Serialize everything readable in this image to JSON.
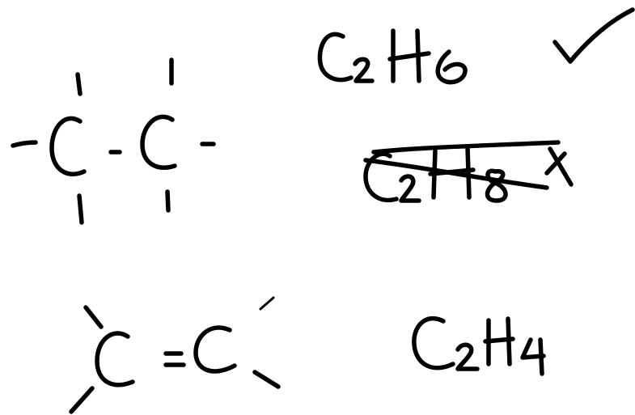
{
  "board": {
    "background": "#ffffff",
    "ink": "#000000"
  },
  "molecules": [
    {
      "formula": "C2H6",
      "atoms": [
        "C",
        "C"
      ],
      "bond": "single",
      "mark": "check-mark",
      "verdict": "correct"
    },
    {
      "formula": "C2H8",
      "mark": "cross-mark",
      "verdict": "crossed-out"
    },
    {
      "formula": "C2H4",
      "atoms": [
        "C",
        "C"
      ],
      "bond": "double"
    }
  ],
  "icons": [
    "check-mark-icon",
    "cross-mark-icon",
    "strike-through-line"
  ]
}
